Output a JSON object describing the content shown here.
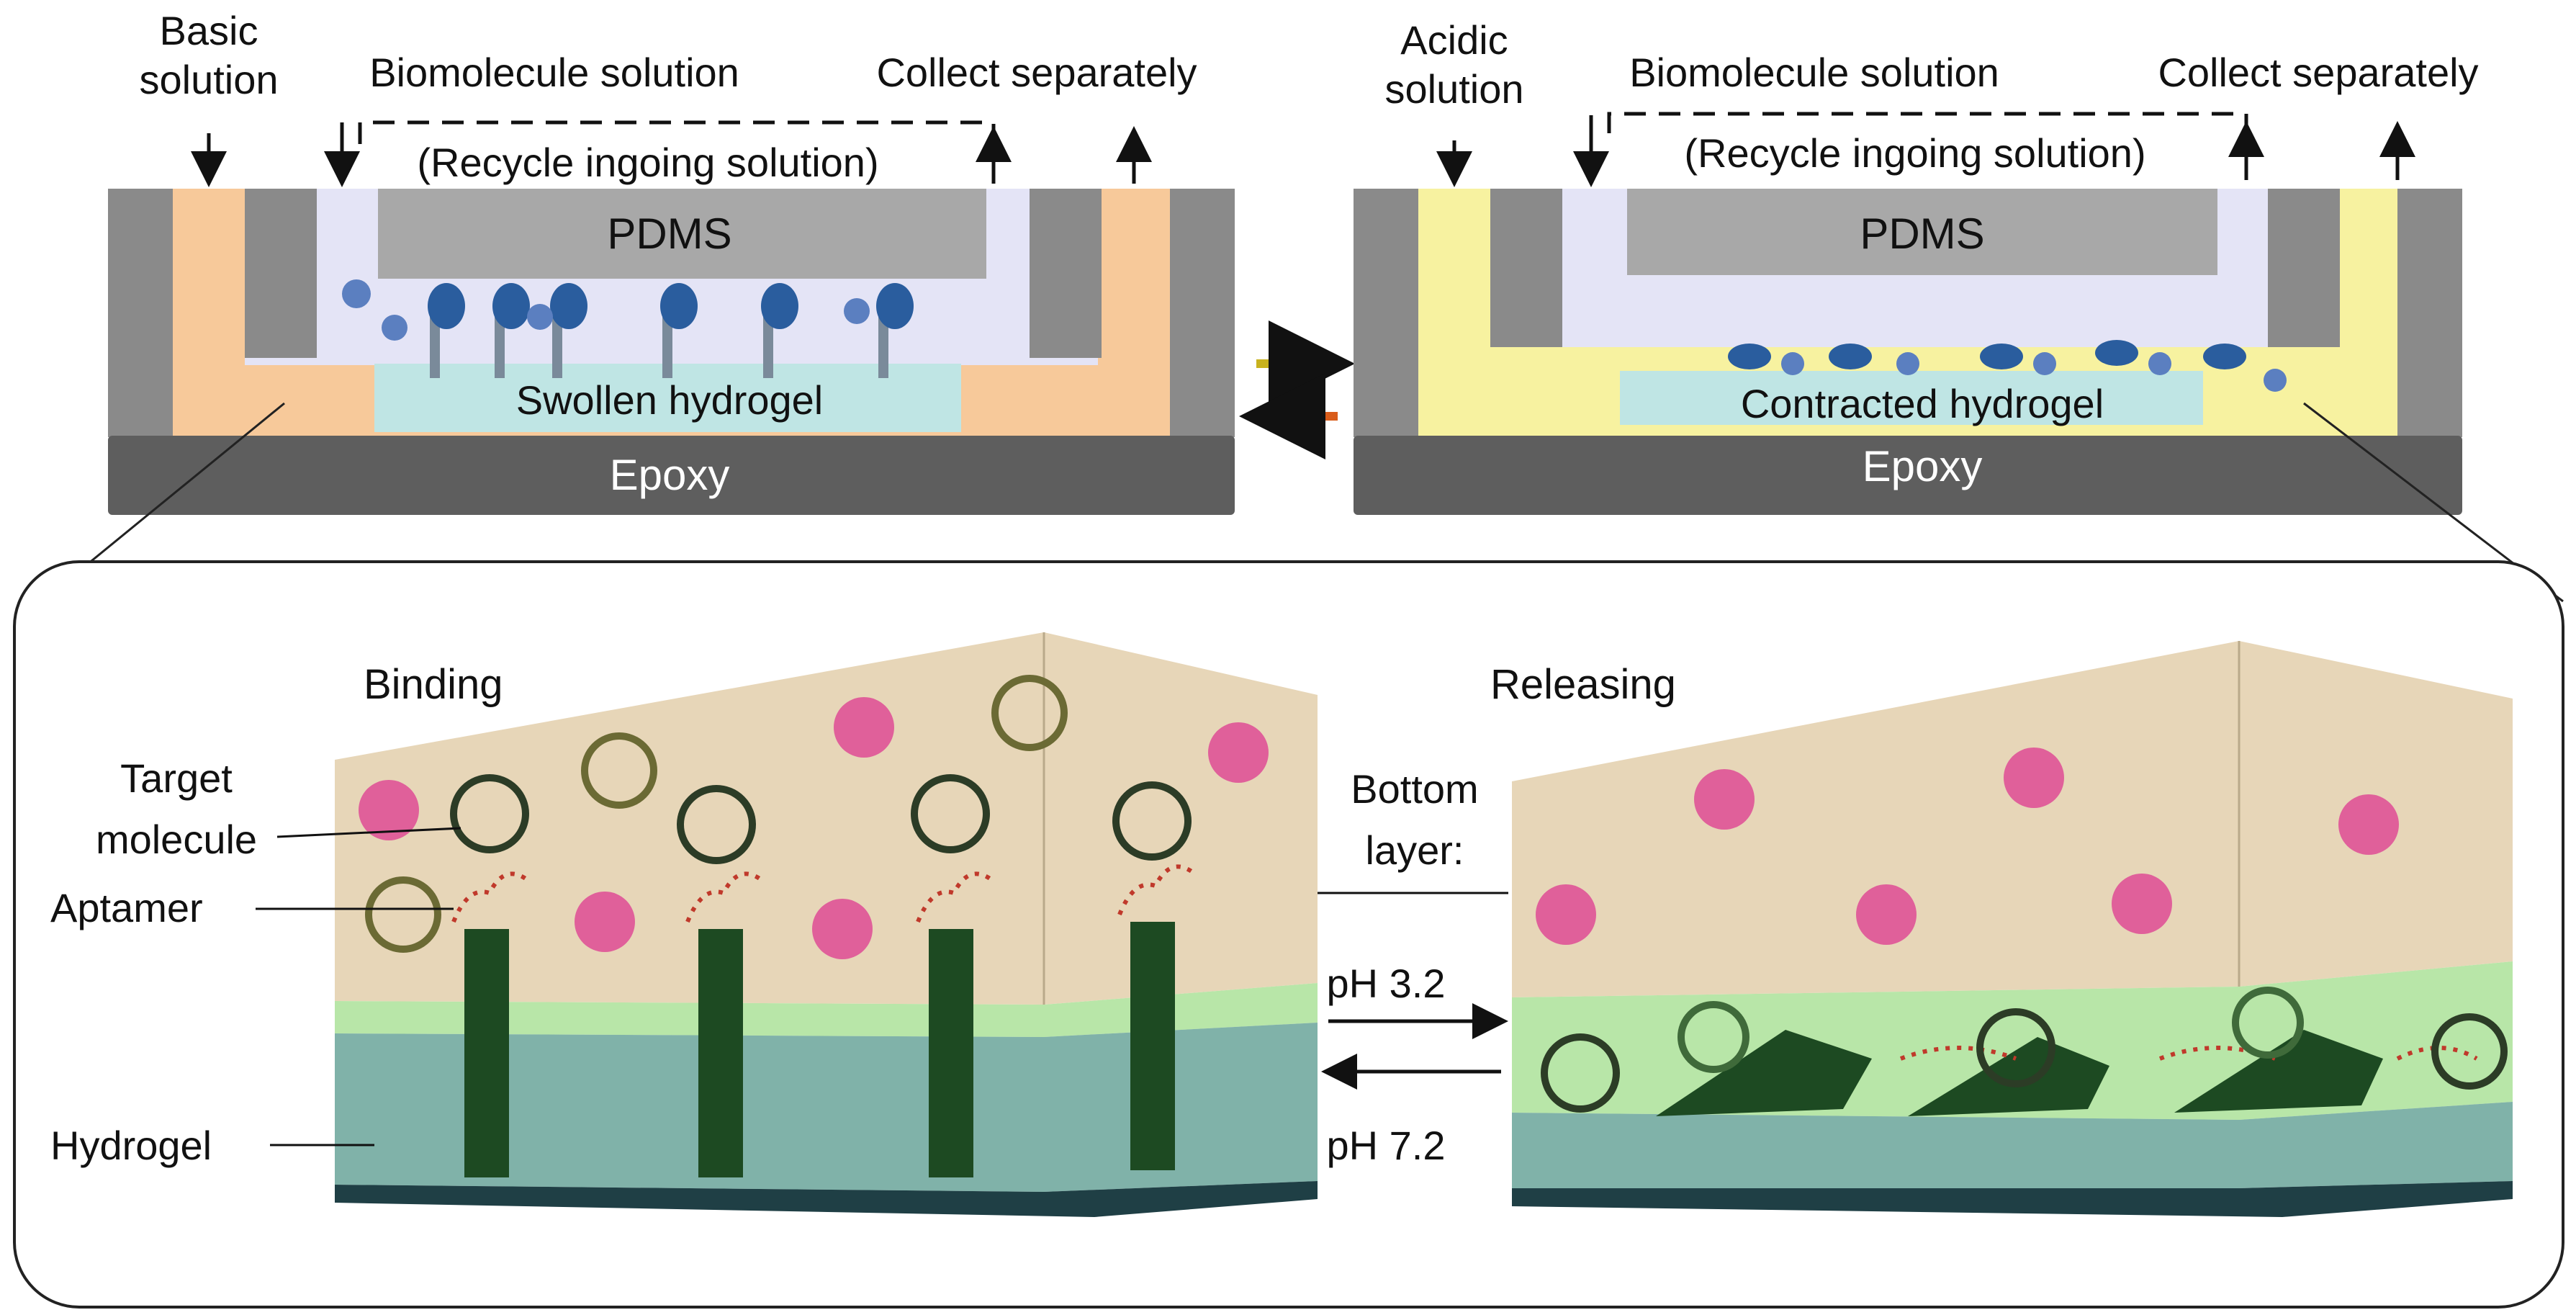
{
  "top_left": {
    "inlet_label_line1": "Basic",
    "inlet_label_line2": "solution",
    "biomolecule_label": "Biomolecule solution",
    "collect_label": "Collect separately",
    "recycle_label": "(Recycle ingoing solution)",
    "pdms_label": "PDMS",
    "hydrogel_label": "Swollen hydrogel",
    "epoxy_label": "Epoxy"
  },
  "top_right": {
    "inlet_label_line1": "Acidic",
    "inlet_label_line2": "solution",
    "biomolecule_label": "Biomolecule solution",
    "collect_label": "Collect separately",
    "recycle_label": "(Recycle ingoing solution)",
    "pdms_label": "PDMS",
    "hydrogel_label": "Contracted hydrogel",
    "epoxy_label": "Epoxy"
  },
  "bottom": {
    "binding_title": "Binding",
    "releasing_title": "Releasing",
    "target_line1": "Target",
    "target_line2": "molecule",
    "aptamer_label": "Aptamer",
    "hydrogel_label": "Hydrogel",
    "bottom_layer_line1": "Bottom",
    "bottom_layer_line2": "layer:",
    "ph_forward": "pH 3.2",
    "ph_reverse": "pH 7.2"
  },
  "colors": {
    "basic_solution": "#f7c99a",
    "acidic_solution": "#f7f2a0",
    "chamber": "#e4e4f6",
    "pdms": "#a8a8a8",
    "frame": "#8a8a8a",
    "epoxy": "#5e5e5e",
    "hydrogel_top": "#bfe5e4",
    "tan_wall": "#e7d6b8",
    "gel_green": "#b8e6a8",
    "gel_teal": "#6aa59a",
    "base_dark": "#1f3f45",
    "pillar": "#1d4a22",
    "pink_molecule": "#e0609a",
    "dark_molecule": "#2c3c26",
    "aptamer": "#c0392b"
  }
}
